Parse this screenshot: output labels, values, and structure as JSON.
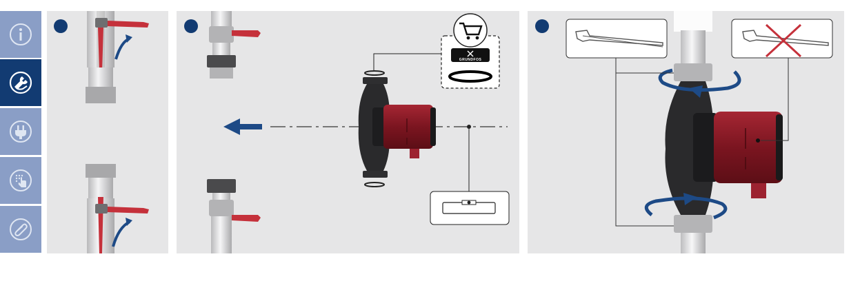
{
  "sidebar": {
    "items": [
      {
        "icon": "info-icon",
        "active": false
      },
      {
        "icon": "wrench-hand-icon",
        "active": true
      },
      {
        "icon": "plug-icon",
        "active": false
      },
      {
        "icon": "touch-icon",
        "active": false
      },
      {
        "icon": "paperclip-icon",
        "active": false
      }
    ]
  },
  "panels": [
    {
      "step_marker": "",
      "content": "valve-close-illustration"
    },
    {
      "step_marker": "",
      "content": "pump-installation-illustration",
      "brand_label": "GRUNDFOS"
    },
    {
      "step_marker": "",
      "content": "pipe-wrench-tightening-illustration"
    }
  ],
  "colors": {
    "brand_navy": "#123b72",
    "tab_inactive": "#8a9ec6",
    "pump_red": "#8b1a24",
    "handle_red": "#c5313b",
    "panel_bg": "#e6e6e7",
    "flow_arrow": "#1d4a86"
  }
}
